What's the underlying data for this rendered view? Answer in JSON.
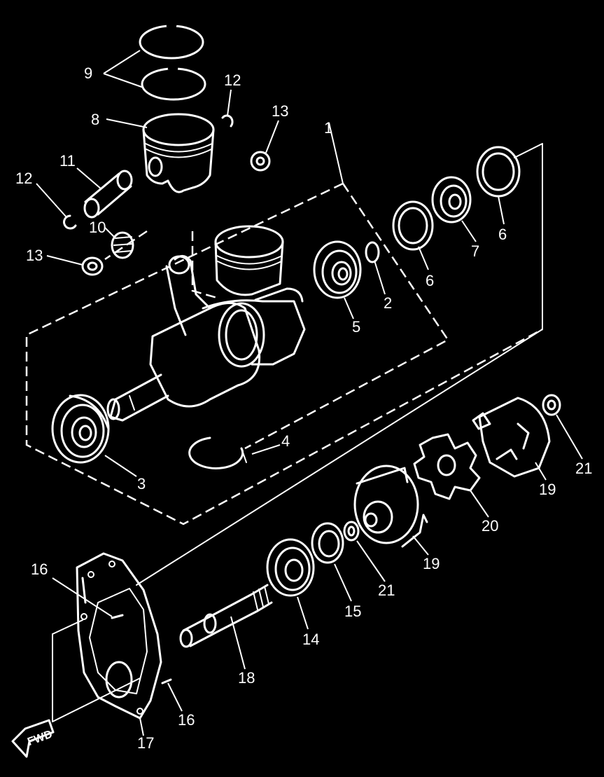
{
  "diagram": {
    "background_color": "#000000",
    "line_color": "#ffffff",
    "direction_arrow": {
      "label": "FWD"
    },
    "callouts": {
      "c1": "1",
      "c2": "2",
      "c3": "3",
      "c4": "4",
      "c5": "5",
      "c6a": "6",
      "c6b": "6",
      "c7": "7",
      "c8": "8",
      "c9": "9",
      "c10": "10",
      "c11": "11",
      "c12a": "12",
      "c12b": "12",
      "c13a": "13",
      "c13b": "13",
      "c14": "14",
      "c15": "15",
      "c16a": "16",
      "c16b": "16",
      "c17": "17",
      "c18": "18",
      "c19a": "19",
      "c19b": "19",
      "c20": "20",
      "c21a": "21",
      "c21b": "21"
    }
  }
}
